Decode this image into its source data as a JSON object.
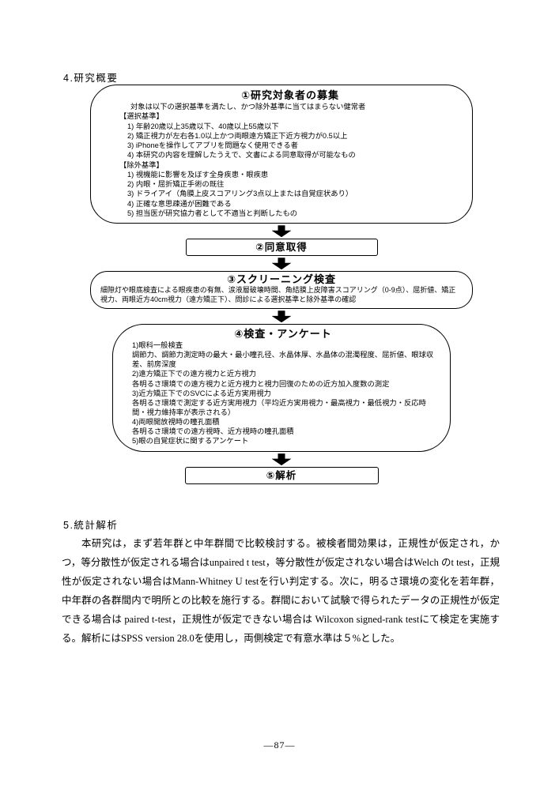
{
  "page": {
    "section4_heading": "4.研究概要",
    "section5_heading": "5.統計解析",
    "page_number": "—87—"
  },
  "flowchart": {
    "box1": {
      "title": "①研究対象者の募集",
      "intro": "対象は以下の選択基準を満たし、かつ除外基準に当てはまらない健常者",
      "selection_header": "【選択基準】",
      "selection_items": [
        "1) 年齢20歳以上35歳以下、40歳以上55歳以下",
        "2) 矯正視力が左右各1.0以上かつ両眼遠方矯正下近方視力が0.5以上",
        "3) iPhoneを操作してアプリを問題なく使用できる者",
        "4) 本研究の内容を理解したうえで、文書による同意取得が可能なもの"
      ],
      "exclusion_header": "【除外基準】",
      "exclusion_items": [
        "1) 視機能に影響を及ぼす全身疾患・眼疾患",
        "2) 内眼・屈折矯正手術の既往",
        "3) ドライアイ（角膜上皮スコアリング3点以上または自覚症状あり）",
        "4) 正確な意思疎通が困難である",
        "5) 担当医が研究協力者として不適当と判断したもの"
      ]
    },
    "box2": {
      "title": "②同意取得"
    },
    "box3": {
      "title": "③スクリーニング検査",
      "body": "細隙灯や眼底検査による眼疾患の有無、涙液層破壊時間、角結膜上皮障害スコアリング（0-9点）、屈折値、矯正視力、両眼近方40cm視力（遠方矯正下）、問診による選択基準と除外基準の確認"
    },
    "box4": {
      "title": "④検査・アンケート",
      "lines": [
        "1)眼科一般検査",
        "調節力、調節力測定時の最大・最小瞳孔径、水晶体厚、水晶体の混濁程度、屈折値、眼球収差、前房深度",
        "2)遠方矯正下での遠方視力と近方視力",
        "各明るさ環境での遠方視力と近方視力と視力回復のための近方加入度数の測定",
        "3)近方矯正下でのSVCによる近方実用視力",
        "各明るさ環境で測定する近方実用視力（平均近方実用視力・最高視力・最低視力・反応時間・視力維持率が表示される）",
        "4)両眼開放視時の瞳孔面積",
        "各明るさ環境での遠方視時、近方視時の瞳孔面積",
        "5)眼の自覚症状に関するアンケート"
      ]
    },
    "box5": {
      "title": "⑤解析"
    }
  },
  "section5": {
    "paragraph": "本研究は，まず若年群と中年群間で比較検討する。被検者間効果は，正規性が仮定され，かつ，等分散性が仮定される場合はunpaired t test，等分散性が仮定されない場合はWelch のt test，正規性が仮定されない場合はMann-Whitney U testを行い判定する。次に，明るさ環境の変化を若年群，中年群の各群間内で明所との比較を施行する。群間において試験で得られたデータの正規性が仮定できる場合は paired t-test，正規性が仮定できない場合は Wilcoxon signed-rank testにて検定を実施する。解析にはSPSS version 28.0を使用し，両側検定で有意水準は５%とした。"
  }
}
